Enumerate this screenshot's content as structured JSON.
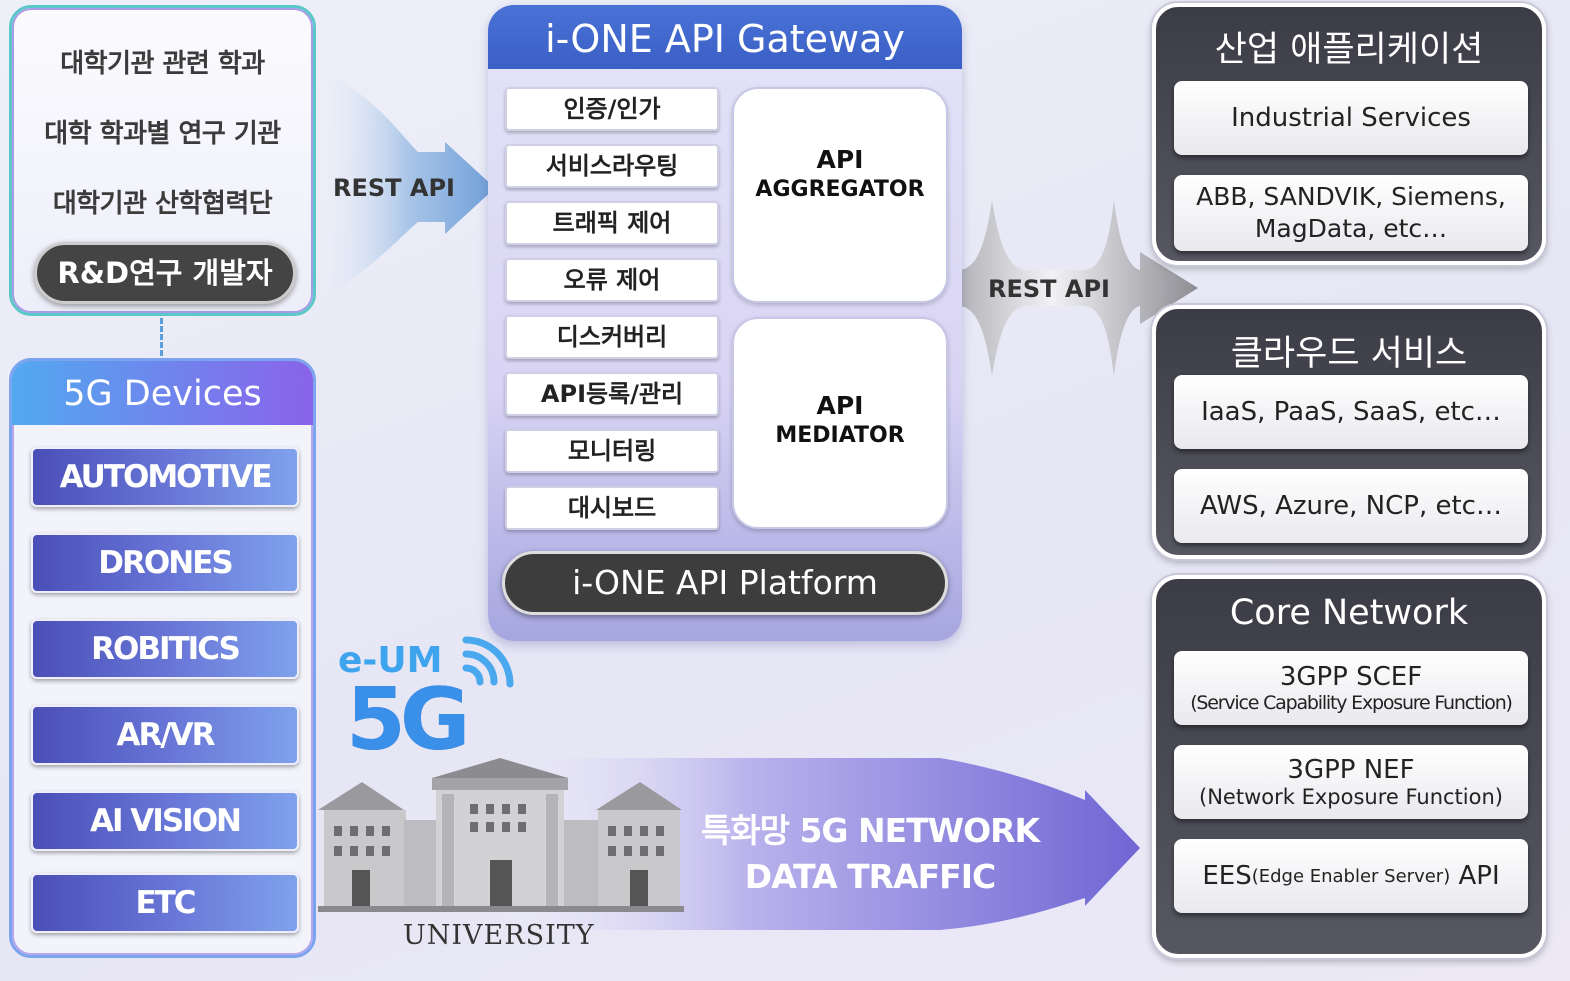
{
  "university": {
    "lines": [
      "대학기관 관련 학과",
      "대학 학과별 연구 기관",
      "대학기관 산학협력단"
    ],
    "rnd": "R&D연구 개발자"
  },
  "devices": {
    "title": "5G Devices",
    "items": [
      "AUTOMOTIVE",
      "DRONES",
      "ROBITICS",
      "AR/VR",
      "AI VISION",
      "ETC"
    ]
  },
  "left_arrow_label": "REST API",
  "gateway": {
    "title": "i-ONE API Gateway",
    "items": [
      "인증/인가",
      "서비스라우팅",
      "트래픽 제어",
      "오류 제어",
      "디스커버리",
      "API등록/관리",
      "모니터링",
      "대시보드"
    ],
    "aggregator": {
      "line1": "API",
      "line2": "AGGREGATOR"
    },
    "mediator": {
      "line1": "API",
      "line2": "MEDIATOR"
    },
    "platform": "i-ONE API Platform"
  },
  "right_arrow_label": "REST API",
  "bottom": {
    "brand": "e-UM",
    "five_g": "5G",
    "university_label": "UNIVERSITY",
    "traffic_line1": "특화망 5G NETWORK",
    "traffic_line2": "DATA TRAFFIC"
  },
  "industrial": {
    "title": "산업 애플리케이션",
    "items": [
      "Industrial Services",
      "ABB, SANDVIK, Siemens, MagData, etc…"
    ]
  },
  "cloud": {
    "title": "클라우드 서비스",
    "items": [
      "IaaS, PaaS, SaaS, etc…",
      "AWS, Azure, NCP, etc…"
    ]
  },
  "core": {
    "title": "Core Network",
    "scef_main": "3GPP SCEF",
    "scef_sub": "(Service Capability Exposure Function)",
    "nef_main": "3GPP NEF",
    "nef_sub": "(Network Exposure Function)",
    "ees_pre": "EES",
    "ees_mid": "(Edge Enabler Server)",
    "ees_post": " API"
  },
  "colors": {
    "gateway_header": "#3a5fc6",
    "device_button": "#5a63c8",
    "dark_panel": "#44444e",
    "traffic_arrow": "#8278d8",
    "accent_teal": "#5ac7c9"
  }
}
